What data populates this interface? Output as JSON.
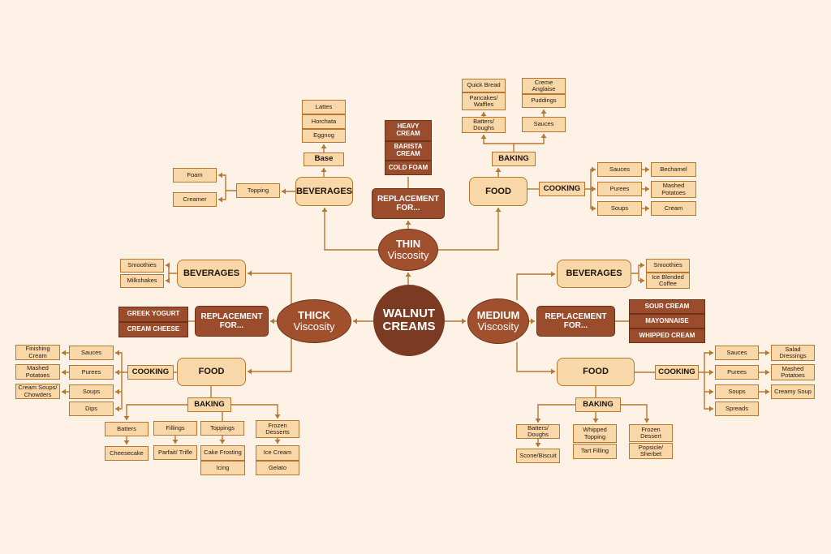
{
  "center": "WALNUT\nCREAMS",
  "thin": {
    "title": "THIN",
    "subtitle": "Viscosity",
    "replacement": "REPLACEMENT\nFOR...",
    "replacement_items": [
      "HEAVY\nCREAM",
      "BARISTA\nCREAM",
      "COLD FOAM"
    ],
    "beverages": "BEVERAGES",
    "base": "Base",
    "base_items": [
      "Lattes",
      "Horchata",
      "Eggnog"
    ],
    "topping": "Topping",
    "topping_items": [
      "Foam",
      "Creamer"
    ],
    "food": "FOOD",
    "baking": "BAKING",
    "batters": "Batters/\nDoughs",
    "batters_items": [
      "Quick Bread",
      "Pancakes/\nWaffles"
    ],
    "sauces": "Sauces",
    "sauces_items": [
      "Creme\nAnglaise",
      "Puddings"
    ],
    "cooking": "COOKING",
    "cooking_items": [
      "Sauces",
      "Purees",
      "Soups"
    ],
    "cooking_results": [
      "Bechamel",
      "Mashed\nPotatoes",
      "Cream"
    ]
  },
  "thick": {
    "title": "THICK",
    "subtitle": "Viscosity",
    "beverages": "BEVERAGES",
    "beverage_items": [
      "Smoothies",
      "Milkshakes"
    ],
    "replacement": "REPLACEMENT\nFOR...",
    "replacement_items": [
      "GREEK YOGURT",
      "CREAM CHEESE"
    ],
    "food": "FOOD",
    "cooking": "COOKING",
    "cooking_items": [
      "Sauces",
      "Purees",
      "Soups",
      "Dips"
    ],
    "cooking_results": [
      "Finishing\nCream",
      "Mashed\nPotatoes",
      "Cream Soups/\nChowders"
    ],
    "baking": "BAKING",
    "baking_items": [
      "Batters",
      "Fillings",
      "Toppings",
      "Frozen\nDesserts"
    ],
    "baking_results": [
      "Cheesecake",
      "Parfait/ Trifle",
      "Cake Frosting",
      "Icing",
      "Ice Cream",
      "Gelato"
    ]
  },
  "medium": {
    "title": "MEDIUM",
    "subtitle": "Viscosity",
    "beverages": "BEVERAGES",
    "beverage_items": [
      "Smoothies",
      "Ice Blended\nCoffee"
    ],
    "replacement": "REPLACEMENT\nFOR...",
    "replacement_items": [
      "SOUR CREAM",
      "MAYONNAISE",
      "WHIPPED CREAM"
    ],
    "food": "FOOD",
    "cooking": "COOKING",
    "cooking_items": [
      "Sauces",
      "Purees",
      "Soups",
      "Spreads"
    ],
    "cooking_results": [
      "Salad\nDressings",
      "Mashed\nPotatoes",
      "Creamy Soup"
    ],
    "baking": "BAKING",
    "baking_items": [
      "Batters/\nDoughs",
      "Whipped\nTopping",
      "Frozen\nDessert"
    ],
    "baking_results": [
      "Scone/Biscuit",
      "Tart Filling",
      "Popsicle/\nSherbet"
    ]
  },
  "colors": {
    "background": "#fdf2e5",
    "box": "#f8d7a8",
    "border": "#b8762e",
    "dark": "#9b4c2c",
    "center": "#7a3b22"
  }
}
